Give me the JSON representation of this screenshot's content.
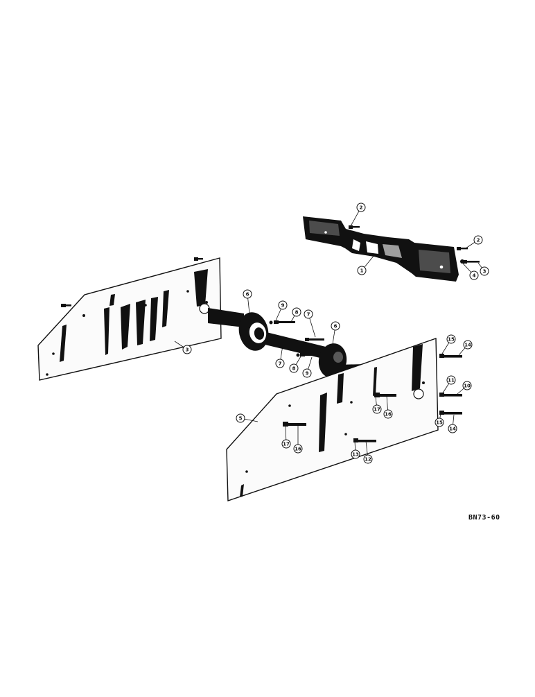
{
  "figure": {
    "code": "BN73-60",
    "callouts": [
      "1",
      "2",
      "2",
      "3",
      "4",
      "3",
      "5",
      "6",
      "6",
      "7",
      "7",
      "8",
      "8",
      "9",
      "9",
      "10",
      "11",
      "12",
      "13",
      "14",
      "14",
      "15",
      "15",
      "16",
      "16",
      "17",
      "17"
    ]
  }
}
